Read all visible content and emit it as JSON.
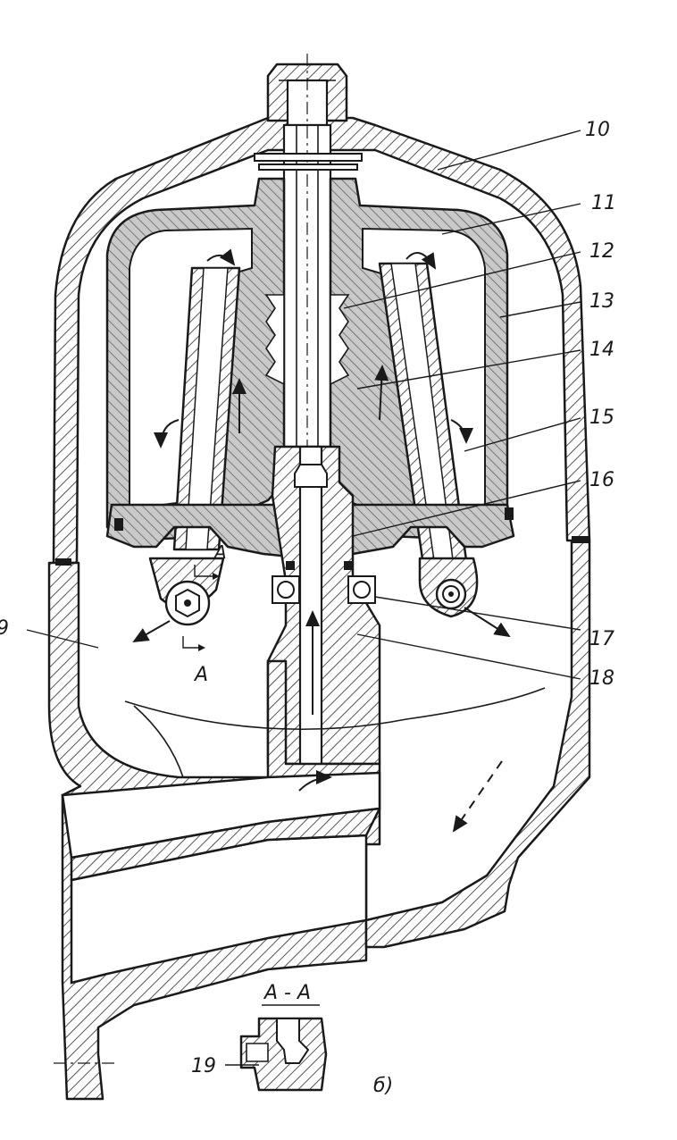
{
  "labels": {
    "l10": "10",
    "l11": "11",
    "l12": "12",
    "l13": "13",
    "l14": "14",
    "l15": "15",
    "l16": "16",
    "l17": "17",
    "l18": "18",
    "l19": "19",
    "l9_partial": "9"
  },
  "section": {
    "marker_a": "A",
    "marker_a_top": "A",
    "title": "A - A",
    "figure_tag": "б)"
  }
}
